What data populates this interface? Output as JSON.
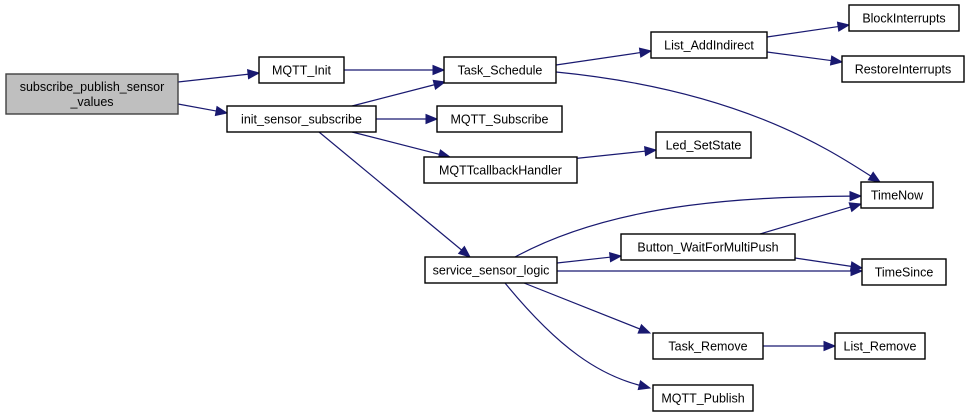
{
  "diagram": {
    "type": "call-graph",
    "colors": {
      "root_fill": "#bfbfbf",
      "node_fill": "#ffffff",
      "node_border": "#000000",
      "edge": "#191970"
    },
    "nodes": [
      {
        "id": "root",
        "label_lines": [
          "subscribe_publish_sensor",
          "_values"
        ],
        "root": true
      },
      {
        "id": "mqtt_init",
        "label_lines": [
          "MQTT_Init"
        ]
      },
      {
        "id": "task_schedule",
        "label_lines": [
          "Task_Schedule"
        ]
      },
      {
        "id": "init_sensor_subscribe",
        "label_lines": [
          "init_sensor_subscribe"
        ]
      },
      {
        "id": "mqtt_subscribe",
        "label_lines": [
          "MQTT_Subscribe"
        ]
      },
      {
        "id": "mqtt_callback_handler",
        "label_lines": [
          "MQTTcallbackHandler"
        ]
      },
      {
        "id": "list_addindirect",
        "label_lines": [
          "List_AddIndirect"
        ]
      },
      {
        "id": "block_interrupts",
        "label_lines": [
          "BlockInterrupts"
        ]
      },
      {
        "id": "restore_interrupts",
        "label_lines": [
          "RestoreInterrupts"
        ]
      },
      {
        "id": "led_setstate",
        "label_lines": [
          "Led_SetState"
        ]
      },
      {
        "id": "timenow",
        "label_lines": [
          "TimeNow"
        ]
      },
      {
        "id": "button_waitformultipush",
        "label_lines": [
          "Button_WaitForMultiPush"
        ]
      },
      {
        "id": "service_sensor_logic",
        "label_lines": [
          "service_sensor_logic"
        ]
      },
      {
        "id": "timesince",
        "label_lines": [
          "TimeSince"
        ]
      },
      {
        "id": "task_remove",
        "label_lines": [
          "Task_Remove"
        ]
      },
      {
        "id": "list_remove",
        "label_lines": [
          "List_Remove"
        ]
      },
      {
        "id": "mqtt_publish",
        "label_lines": [
          "MQTT_Publish"
        ]
      }
    ],
    "edges": [
      {
        "from": "root",
        "to": "mqtt_init"
      },
      {
        "from": "root",
        "to": "init_sensor_subscribe"
      },
      {
        "from": "mqtt_init",
        "to": "task_schedule"
      },
      {
        "from": "init_sensor_subscribe",
        "to": "task_schedule"
      },
      {
        "from": "init_sensor_subscribe",
        "to": "mqtt_subscribe"
      },
      {
        "from": "init_sensor_subscribe",
        "to": "mqtt_callback_handler"
      },
      {
        "from": "init_sensor_subscribe",
        "to": "service_sensor_logic"
      },
      {
        "from": "task_schedule",
        "to": "list_addindirect"
      },
      {
        "from": "task_schedule",
        "to": "timenow"
      },
      {
        "from": "list_addindirect",
        "to": "block_interrupts"
      },
      {
        "from": "list_addindirect",
        "to": "restore_interrupts"
      },
      {
        "from": "mqtt_callback_handler",
        "to": "led_setstate"
      },
      {
        "from": "service_sensor_logic",
        "to": "timenow"
      },
      {
        "from": "service_sensor_logic",
        "to": "button_waitformultipush"
      },
      {
        "from": "service_sensor_logic",
        "to": "timesince"
      },
      {
        "from": "service_sensor_logic",
        "to": "task_remove"
      },
      {
        "from": "service_sensor_logic",
        "to": "mqtt_publish"
      },
      {
        "from": "button_waitformultipush",
        "to": "timenow"
      },
      {
        "from": "button_waitformultipush",
        "to": "timesince"
      },
      {
        "from": "task_remove",
        "to": "list_remove"
      }
    ]
  }
}
